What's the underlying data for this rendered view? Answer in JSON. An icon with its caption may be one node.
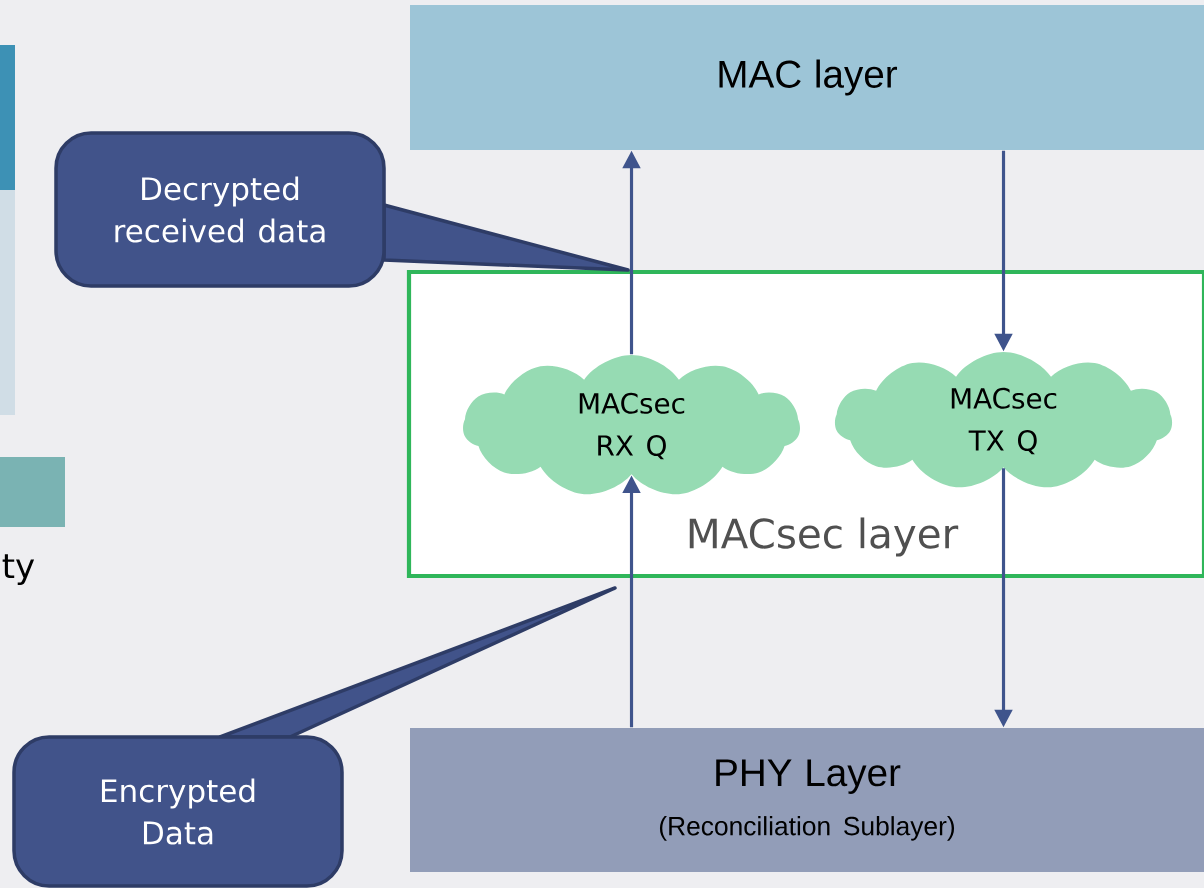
{
  "diagram": {
    "nodes": [
      {
        "text": [
          "MAC layer"
        ]
      },
      {
        "text": [
          "MACsec layer"
        ]
      },
      {
        "text": [
          "MACsec RX Q"
        ],
        "in": 1
      },
      {
        "text": [
          "MACsec TX Q"
        ],
        "in": 1
      },
      {
        "text": [
          "PHY Layer",
          "(Reconciliation Sublayer)"
        ]
      },
      {
        "text": [
          "Decrypted received data"
        ]
      },
      {
        "text": [
          "Encrypted Data"
        ]
      }
    ],
    "edges": [
      {
        "from": 2,
        "to": 0,
        "arrow": "to"
      },
      {
        "from": 0,
        "to": 3,
        "arrow": "to"
      },
      {
        "from": 4,
        "to": 2,
        "arrow": "to"
      },
      {
        "from": 3,
        "to": 4,
        "arrow": "to"
      }
    ],
    "labels": [
      "ty"
    ]
  }
}
